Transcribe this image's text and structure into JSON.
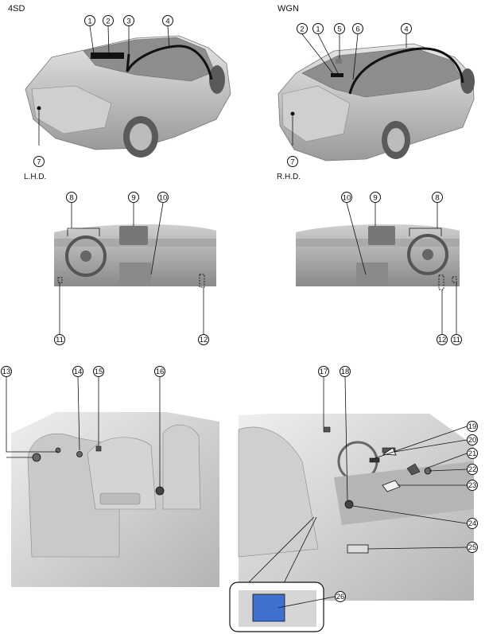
{
  "labels": {
    "sedan": "4SD",
    "wagon": "WGN",
    "lhd": "L.H.D.",
    "rhd": "R.H.D."
  },
  "callouts": {
    "c1": "1",
    "c2": "2",
    "c3": "3",
    "c4": "4",
    "c5": "5",
    "c6": "6",
    "c7": "7",
    "c8": "8",
    "c9": "9",
    "c10": "10",
    "c11": "11",
    "c12": "12",
    "c13": "13",
    "c14": "14",
    "c15": "15",
    "c16": "16",
    "c17": "17",
    "c18": "18",
    "c19": "19",
    "c20": "20",
    "c21": "21",
    "c22": "22",
    "c23": "23",
    "c24": "24",
    "c25": "25",
    "c26": "26"
  }
}
